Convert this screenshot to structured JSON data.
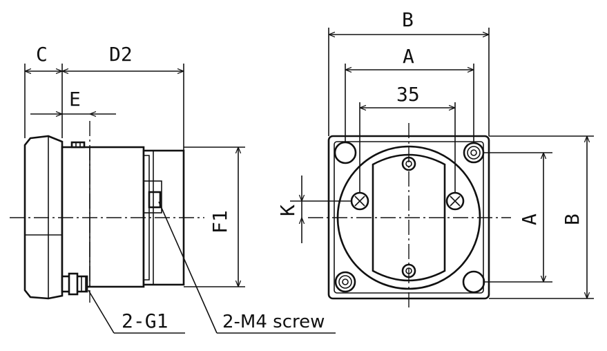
{
  "labels": {
    "dim_c": "C",
    "dim_d2": "D2",
    "dim_e": "E",
    "dim_f1": "F1",
    "dim_b_top": "B",
    "dim_a_top": "A",
    "dim_35": "35",
    "dim_k": "K",
    "dim_a_right": "A",
    "dim_b_right": "B"
  },
  "callouts": {
    "terminal": "2-G1",
    "screw": "2-M4 screw"
  },
  "colors": {
    "line": "#111111",
    "background": "#ffffff"
  }
}
